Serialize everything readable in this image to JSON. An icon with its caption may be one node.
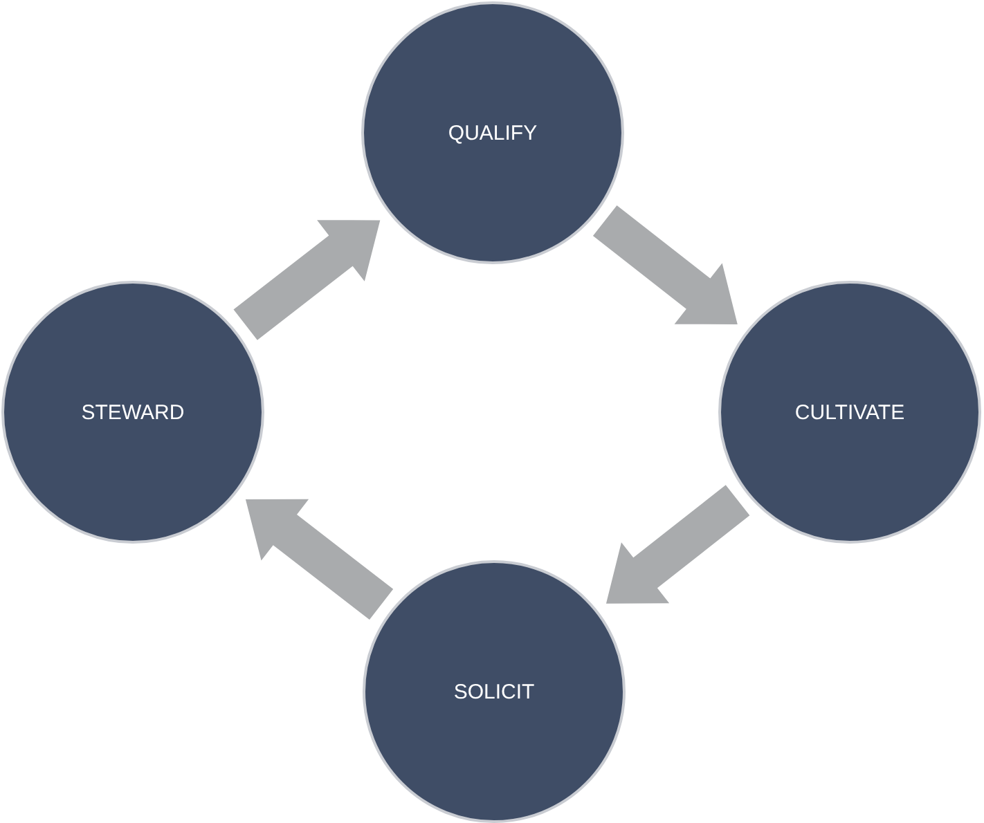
{
  "diagram": {
    "nodes": [
      {
        "text": [
          "QUALIFY"
        ]
      },
      {
        "text": [
          "CULTIVATE"
        ]
      },
      {
        "text": [
          "SOLICIT"
        ]
      },
      {
        "text": [
          "STEWARD"
        ]
      }
    ],
    "edges": [
      {
        "from": 0,
        "to": 1,
        "arrow": "to"
      },
      {
        "from": 1,
        "to": 2,
        "arrow": "to"
      },
      {
        "from": 2,
        "to": 3,
        "arrow": "to"
      },
      {
        "from": 3,
        "to": 0,
        "arrow": "to"
      }
    ]
  }
}
